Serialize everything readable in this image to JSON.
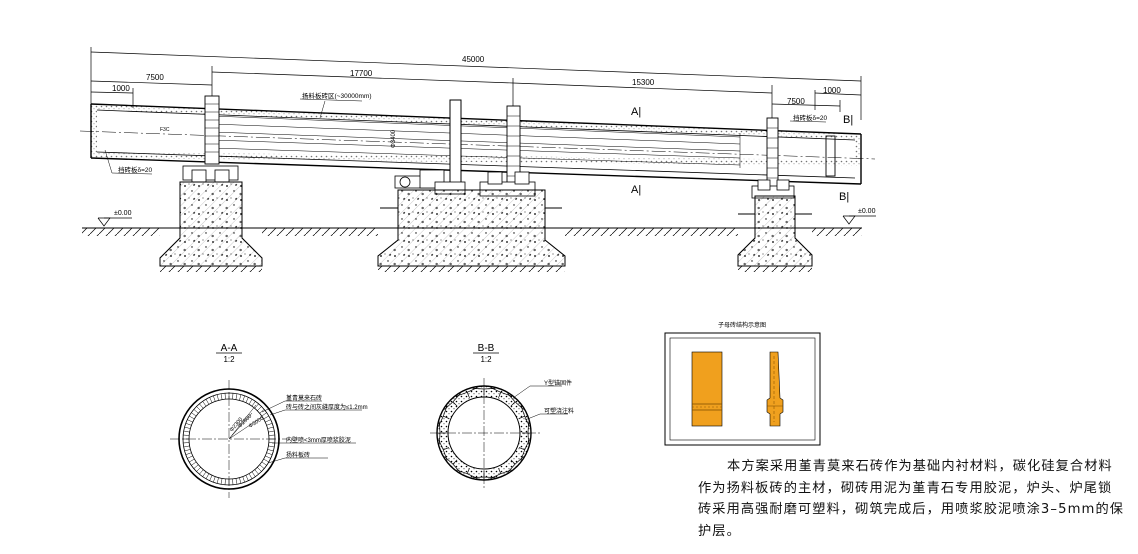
{
  "kiln": {
    "dims": {
      "total": "45000",
      "span_mid": "17700",
      "span_right": "15300",
      "left_7500": "7500",
      "left_1000": "1000",
      "right_7500": "7500",
      "right_1000": "1000"
    },
    "labels": {
      "lifter_zone": "扬料板砖区(~30000mm)",
      "lifter_plate_left": "挡砖板δ=20",
      "lifter_plate_right": "挡砖板δ=20",
      "section_a_top": "A|",
      "section_a_bottom": "A|",
      "section_b_top": "B|",
      "section_b_bottom": "B|",
      "elev_left": "±0.00",
      "elev_right": "±0.00",
      "inner_dim": "Φ3400",
      "slope": "F3C"
    }
  },
  "section_aa": {
    "title": "A-A",
    "scale": "1:2",
    "d1": "Φ2300",
    "d2": "Φ2500",
    "d3": "Φ3000",
    "label1": "堇青莫来石砖",
    "label2": "砖与砖之间灰缝厚度为≤1.2mm",
    "label3": "内壁喷<3mm厚喷浆胶泥",
    "label4": "扬料板砖"
  },
  "section_bb": {
    "title": "B-B",
    "scale": "1:2",
    "label1": "Y型锚固件",
    "label2": "可塑浇注料"
  },
  "brick_detail": {
    "title": "子母砖结构示意图"
  },
  "description": "本方案采用堇青莫来石砖作为基础内衬材料，碳化硅复合材料作为扬料板砖的主材，砌砖用泥为堇青石专用胶泥，炉头、炉尾锁砖采用高强耐磨可塑料，砌筑完成后，用喷浆胶泥喷涂3–5mm的保护层。",
  "colors": {
    "brick": "#F0A01E",
    "line": "#000000"
  }
}
